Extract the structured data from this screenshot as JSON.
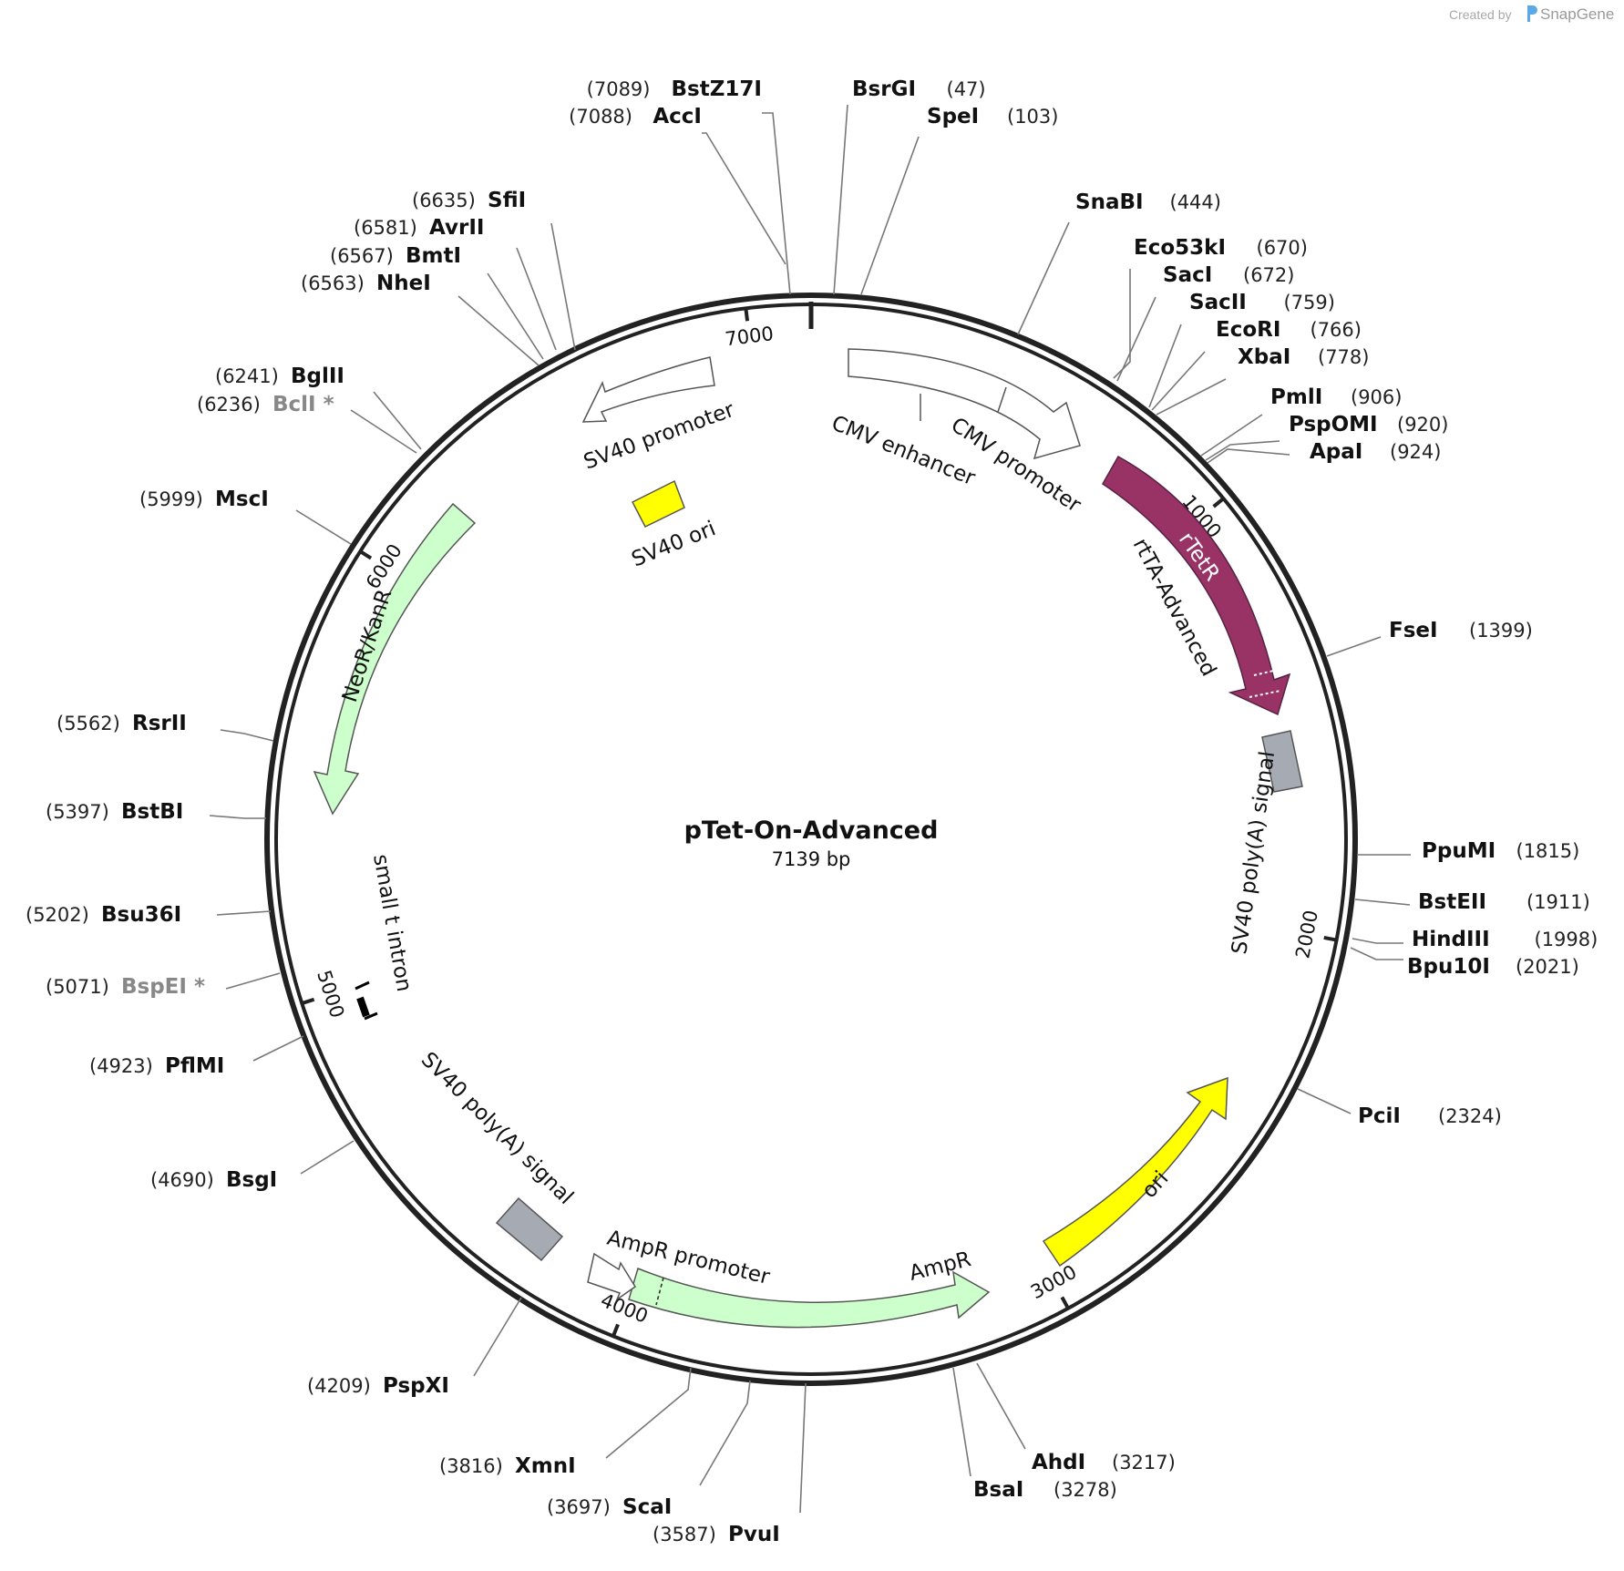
{
  "brand": {
    "created_by": "Created by",
    "name": "SnapGene"
  },
  "plasmid": {
    "name": "pTet-On-Advanced",
    "size_label": "7139 bp",
    "length": 7139
  },
  "ticks": [
    {
      "pos": 1000,
      "label": "1000"
    },
    {
      "pos": 2000,
      "label": "2000"
    },
    {
      "pos": 3000,
      "label": "3000"
    },
    {
      "pos": 4000,
      "label": "4000"
    },
    {
      "pos": 5000,
      "label": "5000"
    },
    {
      "pos": 6000,
      "label": "6000"
    },
    {
      "pos": 7000,
      "label": "7000"
    }
  ],
  "sites": [
    {
      "name": "BstZ17I",
      "pos": "(7089)",
      "bp": 7089,
      "side": "L",
      "unique": true
    },
    {
      "name": "AccI",
      "pos": "(7088)",
      "bp": 7088,
      "side": "L",
      "unique": true
    },
    {
      "name": "BsrGI",
      "pos": "(47)",
      "bp": 47,
      "side": "R",
      "unique": true
    },
    {
      "name": "SpeI",
      "pos": "(103)",
      "bp": 103,
      "side": "R",
      "unique": true
    },
    {
      "name": "SnaBI",
      "pos": "(444)",
      "bp": 444,
      "side": "R",
      "unique": true
    },
    {
      "name": "Eco53kI",
      "pos": "(670)",
      "bp": 670,
      "side": "R",
      "unique": true
    },
    {
      "name": "SacI",
      "pos": "(672)",
      "bp": 672,
      "side": "R",
      "unique": true
    },
    {
      "name": "SacII",
      "pos": "(759)",
      "bp": 759,
      "side": "R",
      "unique": true
    },
    {
      "name": "EcoRI",
      "pos": "(766)",
      "bp": 766,
      "side": "R",
      "unique": true
    },
    {
      "name": "XbaI",
      "pos": "(778)",
      "bp": 778,
      "side": "R",
      "unique": true
    },
    {
      "name": "PmlI",
      "pos": "(906)",
      "bp": 906,
      "side": "R",
      "unique": true
    },
    {
      "name": "PspOMI",
      "pos": "(920)",
      "bp": 920,
      "side": "R",
      "unique": true
    },
    {
      "name": "ApaI",
      "pos": "(924)",
      "bp": 924,
      "side": "R",
      "unique": true
    },
    {
      "name": "FseI",
      "pos": "(1399)",
      "bp": 1399,
      "side": "R",
      "unique": true
    },
    {
      "name": "PpuMI",
      "pos": "(1815)",
      "bp": 1815,
      "side": "R",
      "unique": true
    },
    {
      "name": "BstEII",
      "pos": "(1911)",
      "bp": 1911,
      "side": "R",
      "unique": true
    },
    {
      "name": "HindIII",
      "pos": "(1998)",
      "bp": 1998,
      "side": "R",
      "unique": true
    },
    {
      "name": "Bpu10I",
      "pos": "(2021)",
      "bp": 2021,
      "side": "R",
      "unique": true
    },
    {
      "name": "PciI",
      "pos": "(2324)",
      "bp": 2324,
      "side": "R",
      "unique": true
    },
    {
      "name": "AhdI",
      "pos": "(3217)",
      "bp": 3217,
      "side": "R",
      "unique": true
    },
    {
      "name": "BsaI",
      "pos": "(3278)",
      "bp": 3278,
      "side": "R",
      "unique": true
    },
    {
      "name": "PvuI",
      "pos": "(3587)",
      "bp": 3587,
      "side": "R",
      "unique": true
    },
    {
      "name": "ScaI",
      "pos": "(3697)",
      "bp": 3697,
      "side": "R",
      "unique": true
    },
    {
      "name": "XmnI",
      "pos": "(3816)",
      "bp": 3816,
      "side": "R",
      "unique": true
    },
    {
      "name": "PspXI",
      "pos": "(4209)",
      "bp": 4209,
      "side": "R",
      "unique": true
    },
    {
      "name": "BsgI",
      "pos": "(4690)",
      "bp": 4690,
      "side": "R",
      "unique": true
    },
    {
      "name": "PflMI",
      "pos": "(4923)",
      "bp": 4923,
      "side": "R",
      "unique": true
    },
    {
      "name": "BspEI",
      "pos": "(5071)",
      "bp": 5071,
      "side": "R",
      "unique": false,
      "star": "*"
    },
    {
      "name": "Bsu36I",
      "pos": "(5202)",
      "bp": 5202,
      "side": "R",
      "unique": true
    },
    {
      "name": "BstBI",
      "pos": "(5397)",
      "bp": 5397,
      "side": "R",
      "unique": true
    },
    {
      "name": "RsrII",
      "pos": "(5562)",
      "bp": 5562,
      "side": "R",
      "unique": true
    },
    {
      "name": "MscI",
      "pos": "(5999)",
      "bp": 5999,
      "side": "R",
      "unique": true
    },
    {
      "name": "BclI",
      "pos": "(6236)",
      "bp": 6236,
      "side": "R",
      "unique": false,
      "star": "*"
    },
    {
      "name": "BglII",
      "pos": "(6241)",
      "bp": 6241,
      "side": "R",
      "unique": true
    },
    {
      "name": "NheI",
      "pos": "(6563)",
      "bp": 6563,
      "side": "R",
      "unique": true
    },
    {
      "name": "BmtI",
      "pos": "(6567)",
      "bp": 6567,
      "side": "R",
      "unique": true
    },
    {
      "name": "AvrII",
      "pos": "(6581)",
      "bp": 6581,
      "side": "R",
      "unique": true
    },
    {
      "name": "SfiI",
      "pos": "(6635)",
      "bp": 6635,
      "side": "R",
      "unique": true
    }
  ],
  "features": [
    {
      "key": "cmv_enhancer",
      "label": "CMV enhancer",
      "color": "#ffffff"
    },
    {
      "key": "cmv_promoter",
      "label": "CMV promoter",
      "color": "#ffffff"
    },
    {
      "key": "rtetr",
      "label": "rTetR",
      "color": "#993366"
    },
    {
      "key": "rtta",
      "label": "rtTA-Advanced",
      "color": "#993366"
    },
    {
      "key": "sv40_polya_1",
      "label": "SV40 poly(A) signal",
      "color": "#a6abb3"
    },
    {
      "key": "ori",
      "label": "ori",
      "color": "#ffff00"
    },
    {
      "key": "ampr",
      "label": "AmpR",
      "color": "#ccffcc"
    },
    {
      "key": "ampr_promoter",
      "label": "AmpR promoter",
      "color": "#ffffff"
    },
    {
      "key": "sv40_polya_2",
      "label": "SV40 poly(A) signal",
      "color": "#a6abb3"
    },
    {
      "key": "small_t_intron",
      "label": "small t intron",
      "color": "#000000"
    },
    {
      "key": "neor",
      "label": "NeoR/KanR",
      "color": "#ccffcc"
    },
    {
      "key": "sv40_ori",
      "label": "SV40 ori",
      "color": "#ffff00"
    },
    {
      "key": "sv40_promoter",
      "label": "SV40 promoter",
      "color": "#ffffff"
    }
  ]
}
